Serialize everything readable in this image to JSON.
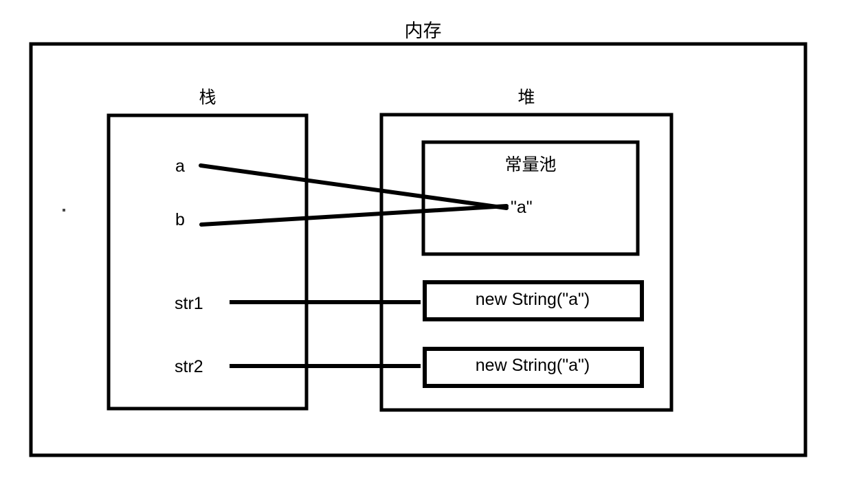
{
  "diagram": {
    "type": "memory-model-diagram",
    "title": "内存",
    "regions": {
      "stack": {
        "label": "栈",
        "variables": [
          {
            "name": "a",
            "points_to": "constant-pool-literal"
          },
          {
            "name": "b",
            "points_to": "constant-pool-literal"
          },
          {
            "name": "str1",
            "points_to": "heap-object-1"
          },
          {
            "name": "str2",
            "points_to": "heap-object-2"
          }
        ]
      },
      "heap": {
        "label": "堆",
        "constant_pool": {
          "label": "常量池",
          "literal": "\"a\""
        },
        "objects": [
          {
            "id": "heap-object-1",
            "text": "new String(\"a\")"
          },
          {
            "id": "heap-object-2",
            "text": "new String(\"a\")"
          }
        ]
      }
    },
    "colors": {
      "stroke": "#000000",
      "background": "#ffffff",
      "text": "#000000"
    }
  }
}
